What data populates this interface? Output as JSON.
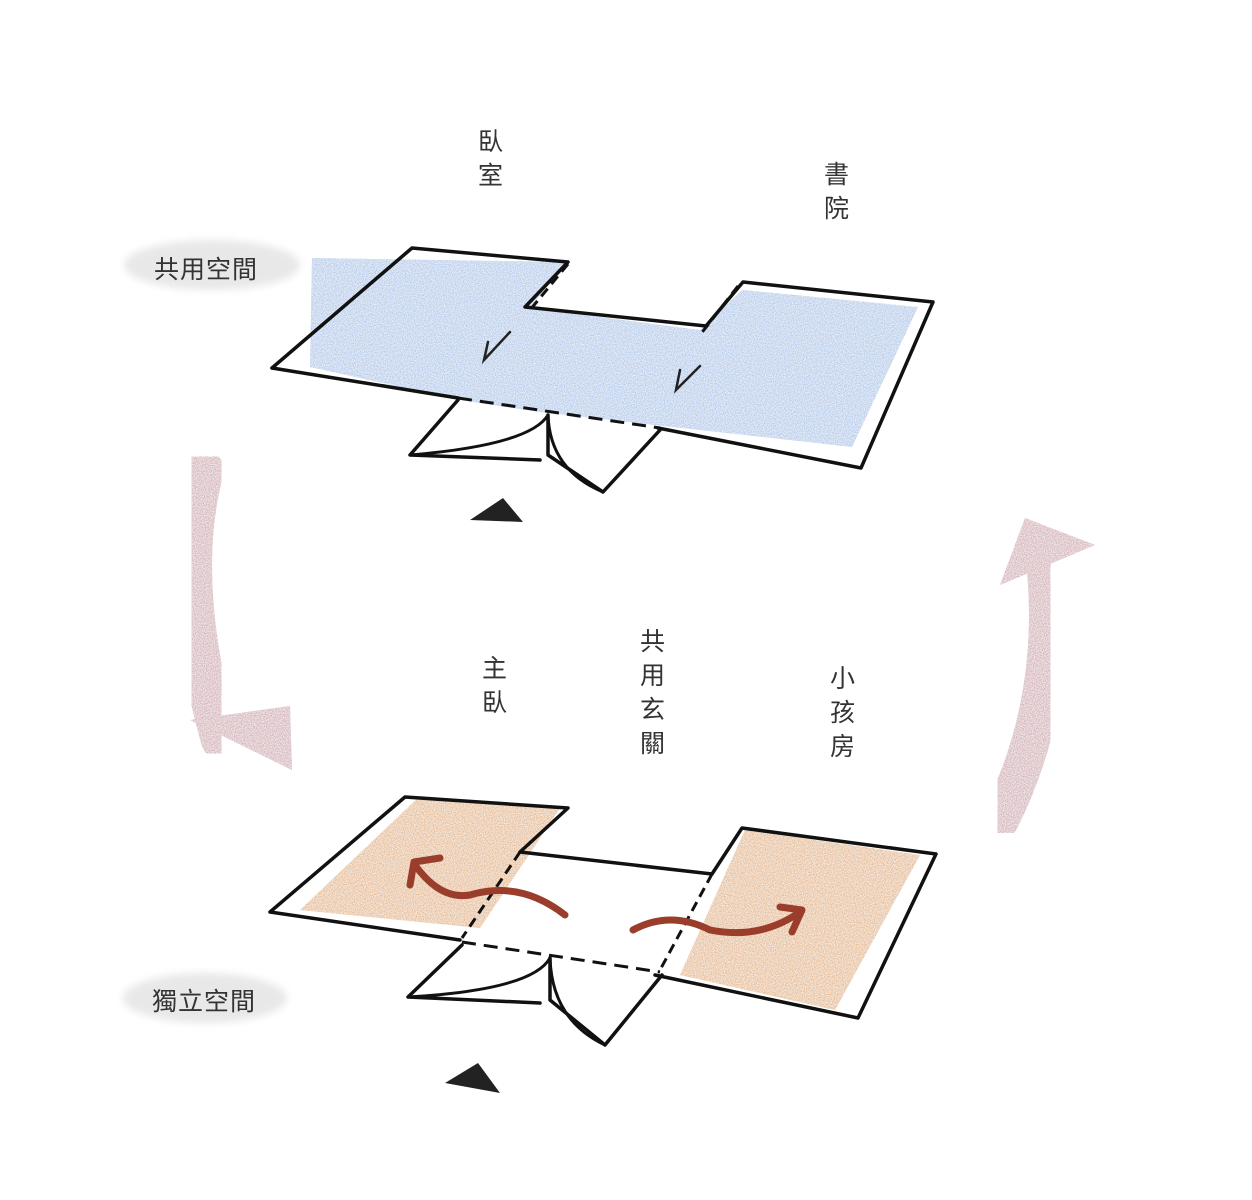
{
  "labels": {
    "shared_space": "共用空間",
    "bedroom": "臥室",
    "study": "書院",
    "master_bedroom": "主臥",
    "shared_entry": "共用玄關",
    "kids_room": "小孩房",
    "independent_space": "獨立空間"
  },
  "colors": {
    "shared_fill": "#9fbde6",
    "private_fill": "#e0a867",
    "cycle_arrow": "#c99ba4",
    "flow_arrow": "#9a3d2b",
    "label_blob": "#e8e8e8",
    "line": "#111111"
  }
}
